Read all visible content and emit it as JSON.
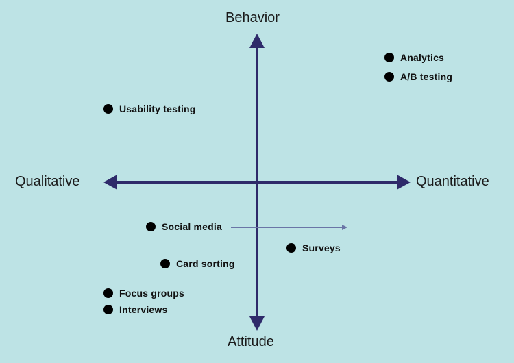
{
  "axes": {
    "top": "Behavior",
    "bottom": "Attitude",
    "left": "Qualitative",
    "right": "Quantitative"
  },
  "colors": {
    "background": "#bde3e5",
    "axis": "#2e2a6a",
    "secondary_arrow": "#6a75a6",
    "dot": "#000000"
  },
  "methods": [
    {
      "label": "Analytics"
    },
    {
      "label": "A/B testing"
    },
    {
      "label": "Usability testing"
    },
    {
      "label": "Social media"
    },
    {
      "label": "Surveys"
    },
    {
      "label": "Card sorting"
    },
    {
      "label": "Focus groups"
    },
    {
      "label": "Interviews"
    }
  ]
}
